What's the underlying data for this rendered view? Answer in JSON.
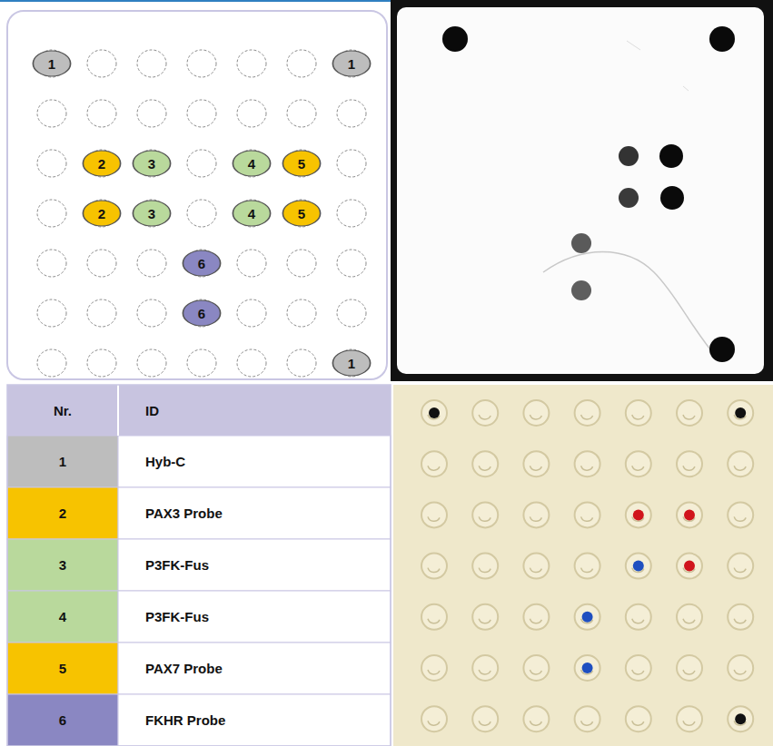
{
  "diagram": {
    "nodes": [
      {
        "text": [
          "1"
        ]
      },
      {
        "text": [
          "1"
        ]
      },
      {
        "text": [
          "2"
        ]
      },
      {
        "text": [
          "3"
        ]
      },
      {
        "text": [
          "4"
        ]
      },
      {
        "text": [
          "5"
        ]
      },
      {
        "text": [
          "2"
        ]
      },
      {
        "text": [
          "3"
        ]
      },
      {
        "text": [
          "4"
        ]
      },
      {
        "text": [
          "5"
        ]
      },
      {
        "text": [
          "6"
        ]
      },
      {
        "text": [
          "6"
        ]
      },
      {
        "text": [
          "1"
        ]
      }
    ],
    "labels": [
      "Nr.",
      "ID",
      "1",
      "Hyb-C",
      "2",
      "PAX3 Probe",
      "3",
      "P3FK-Fus",
      "4",
      "P3FK-Fus",
      "5",
      "PAX7 Probe",
      "6",
      "FKHR Probe"
    ]
  }
}
